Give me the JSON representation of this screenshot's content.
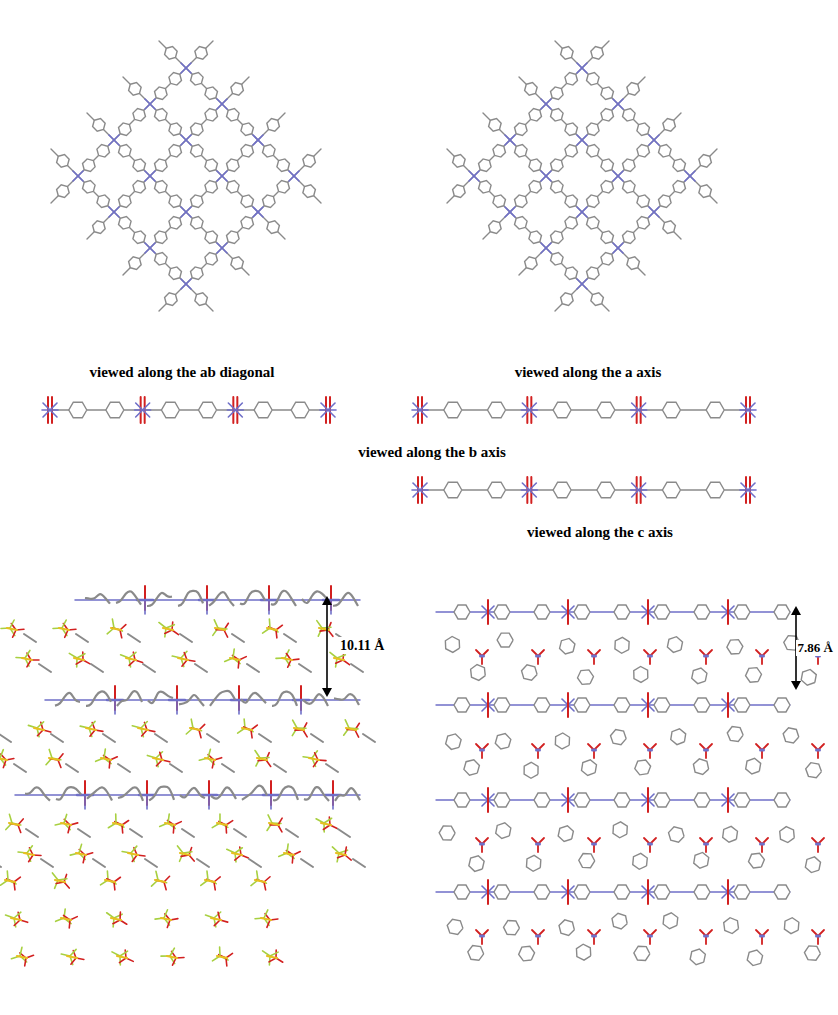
{
  "diagram": {
    "labels": [
      "viewed along the ab diagonal",
      "viewed along the a axis",
      "viewed along the b axis",
      "viewed along the c axis",
      "10.11 Å",
      "7.86 Å"
    ]
  }
}
